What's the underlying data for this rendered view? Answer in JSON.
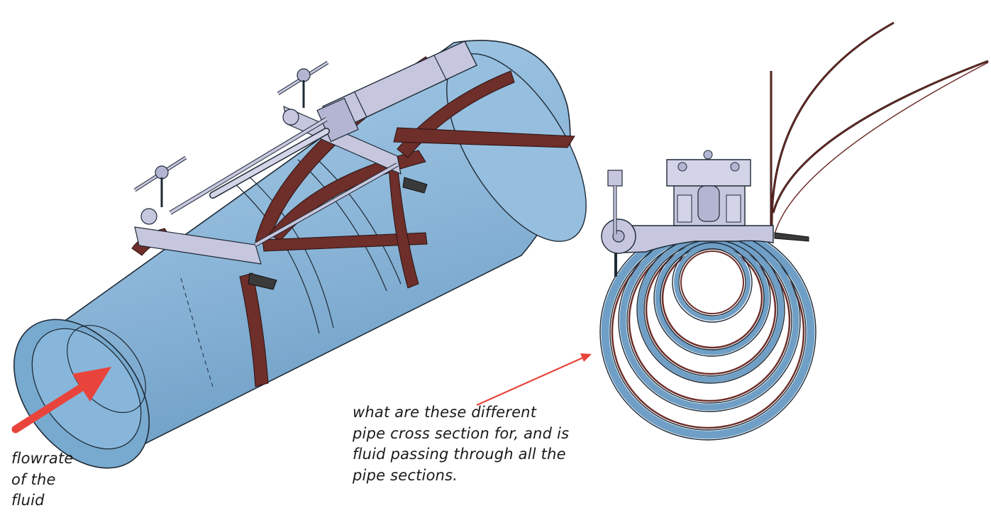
{
  "annotations": {
    "flow_note": {
      "lines": [
        "flowrate",
        "of the",
        "fluid"
      ]
    },
    "question_note": {
      "lines": [
        "what are these different",
        "pipe cross section for, and is",
        "fluid passing through all the",
        "pipe sections."
      ]
    }
  },
  "colors": {
    "pipe": "#8fb8d8",
    "pipe_dark": "#5e8fb5",
    "outline": "#1e2a36",
    "strap": "#6e2e2a",
    "bracket": "#c6c7df",
    "arrow": "#e8443c"
  },
  "icons": {
    "flow_arrow": "red-arrow-icon",
    "pointer_arrow": "red-pointer-arrow-icon"
  }
}
